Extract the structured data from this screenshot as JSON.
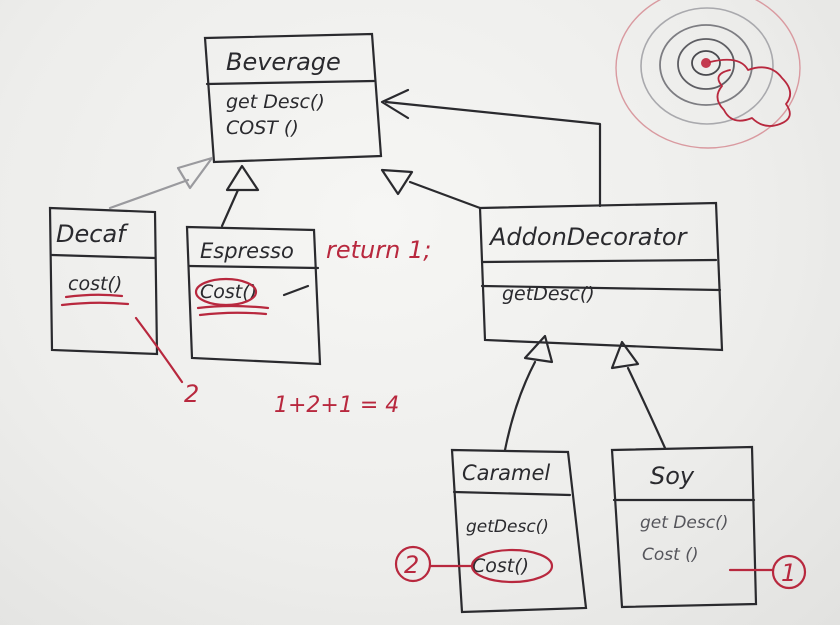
{
  "classes": {
    "beverage": {
      "name": "Beverage",
      "methods": [
        "get Desc()",
        "COST ()"
      ]
    },
    "decaf": {
      "name": "Decaf",
      "methods": [
        "cost()"
      ]
    },
    "espresso": {
      "name": "Espresso",
      "methods": [
        "Cost()"
      ]
    },
    "addon_decorator": {
      "name": "AddonDecorator",
      "methods": [
        "getDesc()"
      ]
    },
    "caramel": {
      "name": "Caramel",
      "methods": [
        "getDesc()",
        "Cost()"
      ]
    },
    "soy": {
      "name": "Soy",
      "methods": [
        "get Desc()",
        "Cost ()"
      ]
    }
  },
  "annotations": {
    "return_note": "return 1;",
    "sum_note": "1+2+1 = 4",
    "decaf_cost": "2",
    "caramel_cost": "2",
    "soy_cost": "1"
  },
  "colors": {
    "ink": "#2a2a2e",
    "marker_red": "#b8283e",
    "board": "#ececea"
  }
}
